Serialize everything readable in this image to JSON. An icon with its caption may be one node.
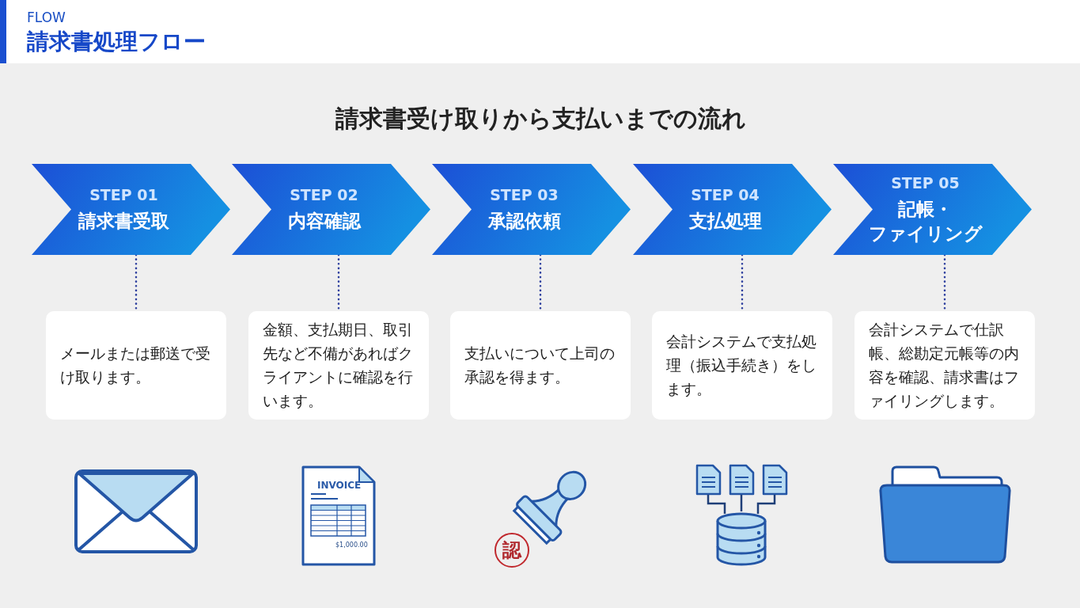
{
  "diagram": {
    "title": "請求書処理フロー",
    "nodes": [
      {
        "text": [
          "STEP 01",
          "請求書受取"
        ]
      },
      {
        "text": [
          "STEP 02",
          "内容確認"
        ]
      },
      {
        "text": [
          "STEP 03",
          "承認依頼"
        ]
      },
      {
        "text": [
          "STEP 04",
          "支払処理"
        ]
      },
      {
        "text": [
          "STEP 05",
          "記帳・ファイリング"
        ]
      },
      {
        "text": [
          "メールまたは郵送で受け取ります。"
        ]
      },
      {
        "text": [
          "金額、支払期日、取引先など不備があればクライアントに確認を行います。"
        ]
      },
      {
        "text": [
          "支払いについて上司の承認を得ます。"
        ]
      },
      {
        "text": [
          "会計システムで支払処理（振込手続き）をします。"
        ]
      },
      {
        "text": [
          "会計システムで仕訳帳、総勘定元帳等の内容を確認、請求書はファイリングします。"
        ]
      }
    ],
    "edges": [
      {
        "from": 0,
        "to": 5,
        "arrow": "none",
        "style": "dashed"
      },
      {
        "from": 1,
        "to": 6,
        "arrow": "none",
        "style": "dashed"
      },
      {
        "from": 2,
        "to": 7,
        "arrow": "none",
        "style": "dashed"
      },
      {
        "from": 3,
        "to": 8,
        "arrow": "none",
        "style": "dashed"
      },
      {
        "from": 4,
        "to": 9,
        "arrow": "none",
        "style": "dashed"
      }
    ],
    "labels": [
      "FLOW",
      "請求書受け取りから支払いまでの流れ",
      "INVOICE",
      "$1,000.00",
      "認"
    ]
  }
}
